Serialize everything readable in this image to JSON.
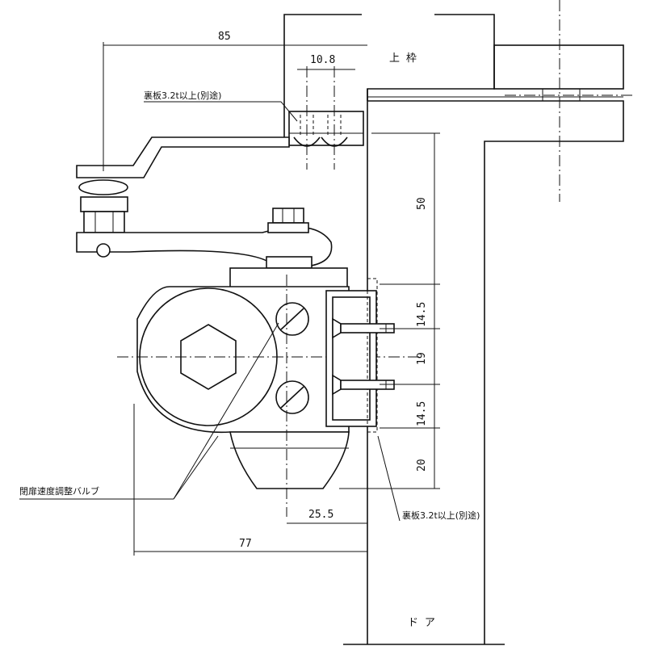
{
  "labels": {
    "top_frame": "上 枠",
    "door": "ド ア",
    "backplate_top": "裏板3.2t以上(別途)",
    "backplate_bottom": "裏板3.2t以上(別途)",
    "valve": "閉扉速度調整バルブ"
  },
  "dimensions": {
    "d85": "85",
    "d10_8": "10.8",
    "d50": "50",
    "d14_5_top": "14.5",
    "d19": "19",
    "d14_5_bottom": "14.5",
    "d20": "20",
    "d25_5": "25.5",
    "d77": "77"
  }
}
